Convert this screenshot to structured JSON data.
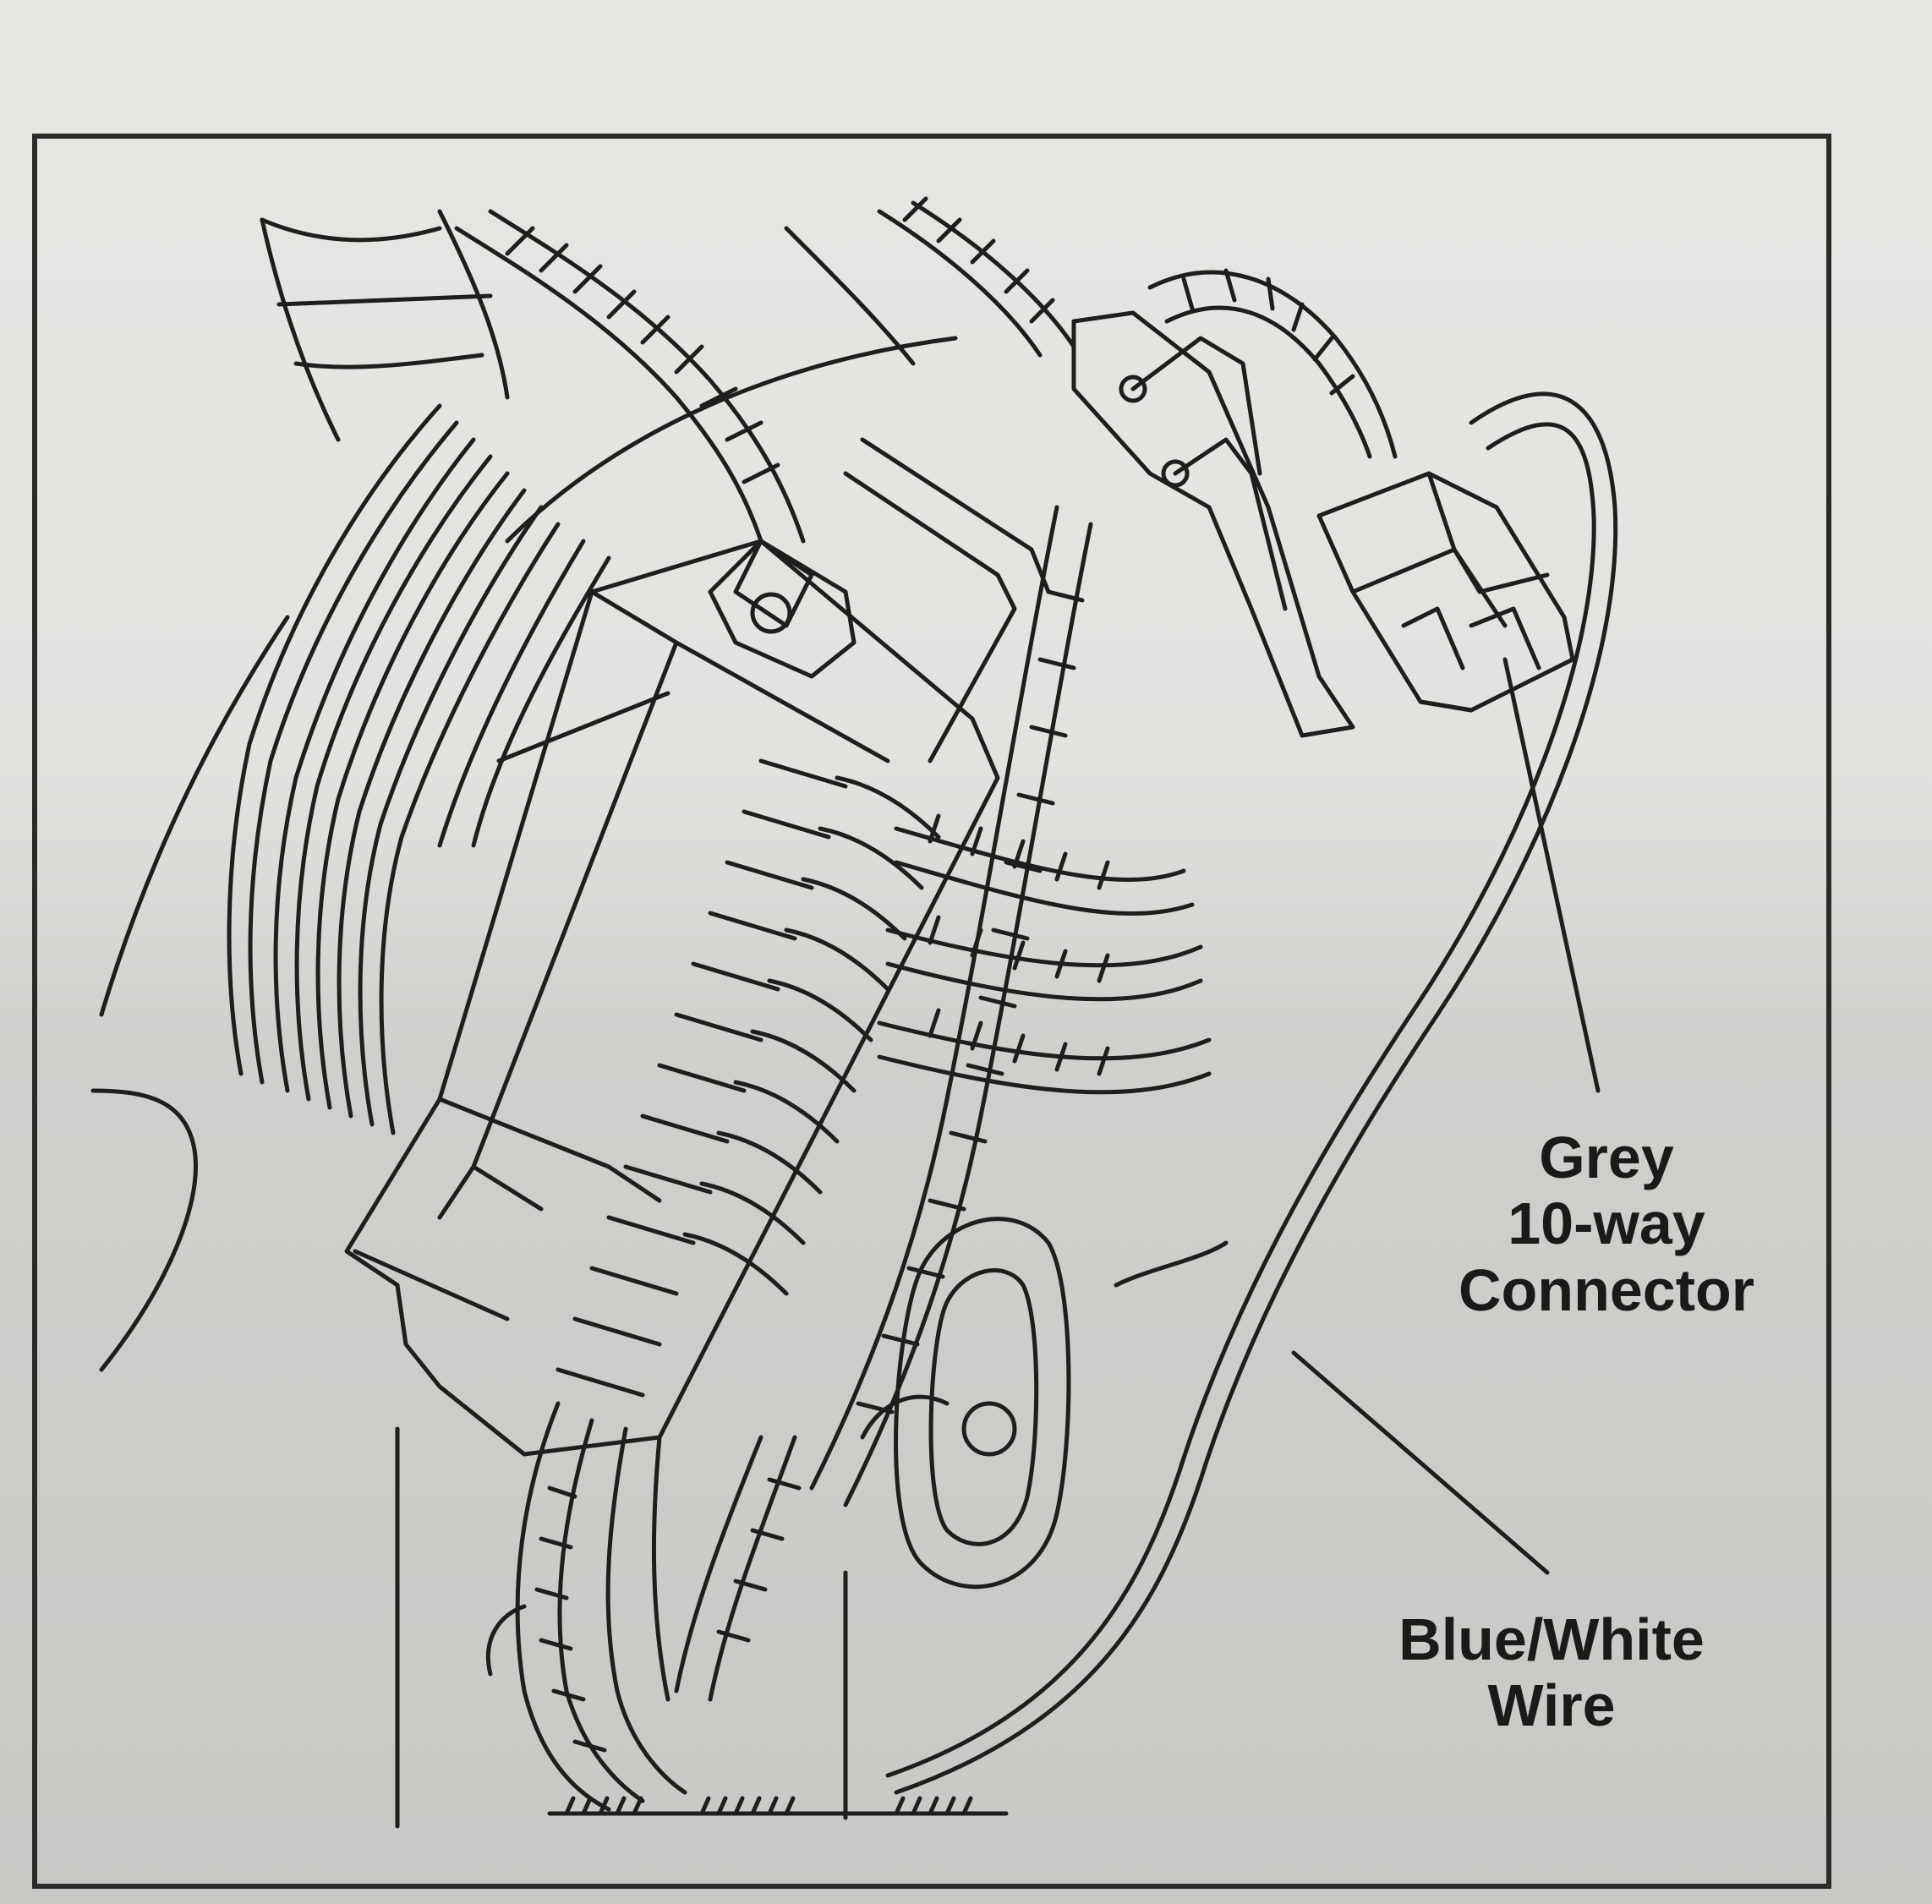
{
  "labels": {
    "grey_connector": {
      "line1": "Grey",
      "line2": "10-way",
      "line3": "Connector"
    },
    "blue_white_wire": {
      "line1": "Blue/White",
      "line2": "Wire"
    }
  }
}
